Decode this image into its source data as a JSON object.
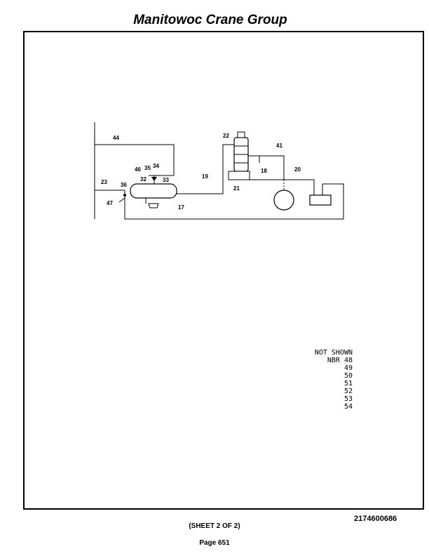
{
  "header": {
    "title": "Manitowoc Crane Group"
  },
  "diagram": {
    "labels": {
      "l44": "44",
      "l46": "46",
      "l35": "35",
      "l34": "34",
      "l32": "32",
      "l33": "33",
      "l23": "23",
      "l36": "36",
      "l47": "47",
      "l17": "17",
      "l19": "19",
      "l22": "22",
      "l41": "41",
      "l18": "18",
      "l21": "21",
      "l20": "20"
    }
  },
  "not_shown": {
    "heading": "NOT SHOWN",
    "prefix": "NBR",
    "items": [
      "48",
      "49",
      "50",
      "51",
      "52",
      "53",
      "54"
    ]
  },
  "footer": {
    "part_number": "2174600686",
    "sheet": "(SHEET 2 OF 2)",
    "page": "Page 651"
  }
}
